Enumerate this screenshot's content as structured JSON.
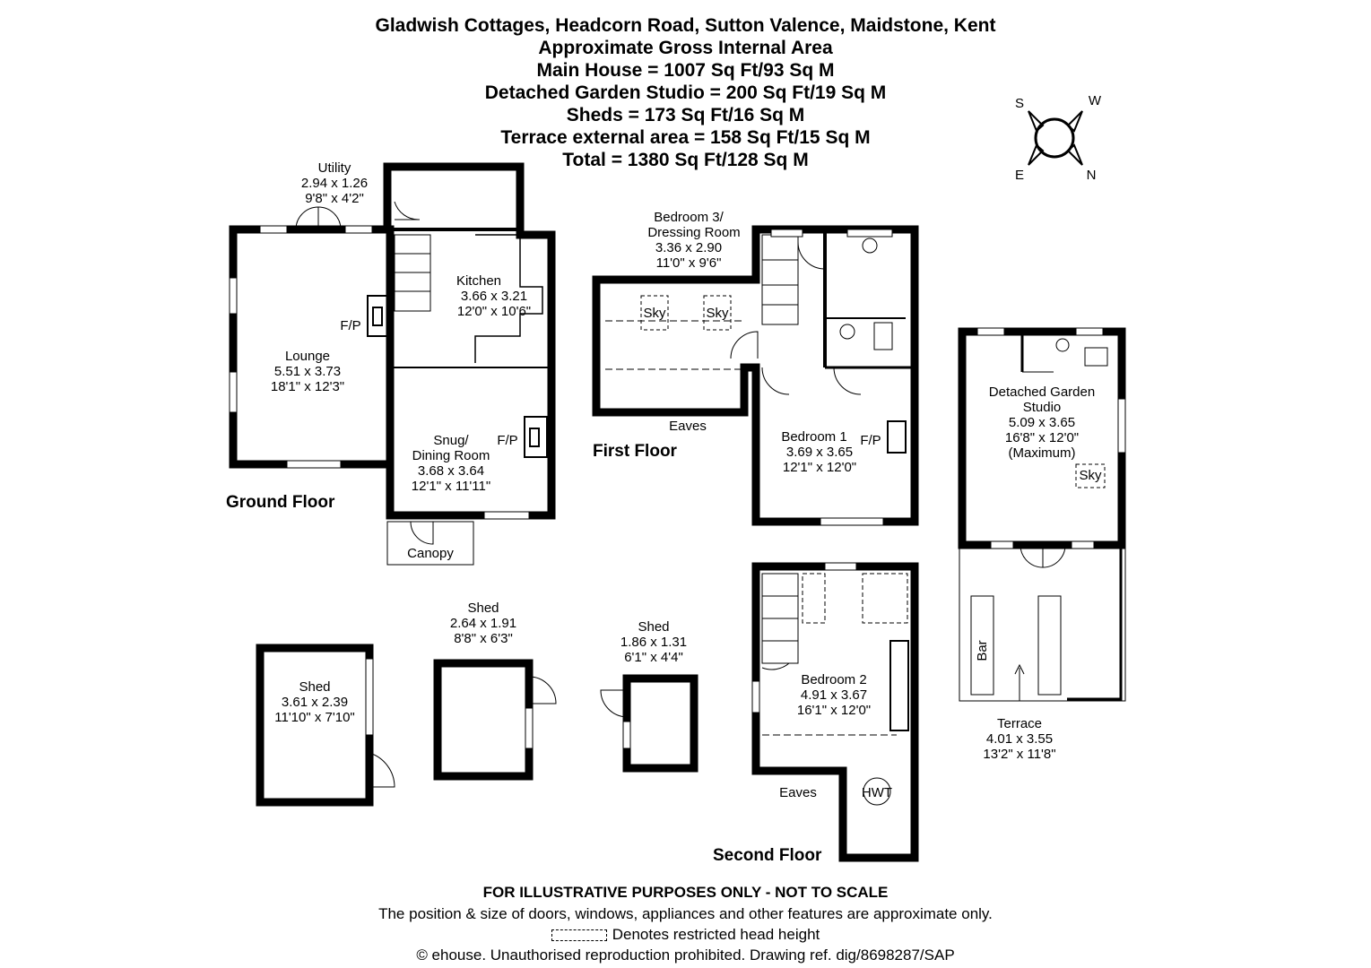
{
  "header": {
    "address": "Gladwish Cottages, Headcorn Road, Sutton Valence, Maidstone, Kent",
    "subtitle": "Approximate Gross Internal Area",
    "areas": [
      "Main House = 1007 Sq Ft/93 Sq M",
      "Detached Garden Studio = 200 Sq Ft/19 Sq M",
      "Sheds = 173 Sq Ft/16 Sq M",
      "Terrace external area = 158 Sq Ft/15 Sq M",
      "Total = 1380 Sq Ft/128 Sq M"
    ]
  },
  "compass": {
    "s": "S",
    "w": "W",
    "e": "E",
    "n": "N"
  },
  "floors": {
    "ground": "Ground Floor",
    "first": "First Floor",
    "second": "Second Floor"
  },
  "rooms": {
    "utility": [
      "Utility",
      "2.94 x 1.26",
      "9'8\" x 4'2\""
    ],
    "kitchen": [
      "Kitchen",
      "3.66 x 3.21",
      "12'0\" x 10'6\""
    ],
    "lounge": [
      "Lounge",
      "5.51 x 3.73",
      "18'1\" x 12'3\""
    ],
    "snug": [
      "Snug/",
      "Dining Room",
      "3.68 x 3.64",
      "12'1\" x 11'11\""
    ],
    "canopy": "Canopy",
    "bedroom3": [
      "Bedroom 3/",
      "Dressing Room",
      "3.36 x 2.90",
      "11'0\" x 9'6\""
    ],
    "bedroom1": [
      "Bedroom 1",
      "3.69 x 3.65",
      "12'1\" x 12'0\""
    ],
    "studio": [
      "Detached Garden",
      "Studio",
      "5.09 x 3.65",
      "16'8\" x 12'0\"",
      "(Maximum)"
    ],
    "terrace": [
      "Terrace",
      "4.01 x 3.55",
      "13'2\" x 11'8\""
    ],
    "bar": "Bar",
    "shed_a": [
      "Shed",
      "3.61 x 2.39",
      "11'10\" x 7'10\""
    ],
    "shed_b": [
      "Shed",
      "2.64 x 1.91",
      "8'8\" x 6'3\""
    ],
    "shed_c": [
      "Shed",
      "1.86 x 1.31",
      "6'1\" x 4'4\""
    ],
    "bedroom2": [
      "Bedroom 2",
      "4.91 x 3.67",
      "16'1\" x 12'0\""
    ]
  },
  "symbols": {
    "fp": "F/P",
    "sky": "Sky",
    "eaves": "Eaves",
    "hwt": "HWT"
  },
  "footer": {
    "disclaimer": "FOR ILLUSTRATIVE PURPOSES ONLY - NOT TO SCALE",
    "approx_note": "The position & size of doors, windows, appliances and other features are approximate only.",
    "legend": "Denotes restricted head height",
    "copyright": "© ehouse. Unauthorised reproduction prohibited. Drawing ref. dig/8698287/SAP"
  }
}
